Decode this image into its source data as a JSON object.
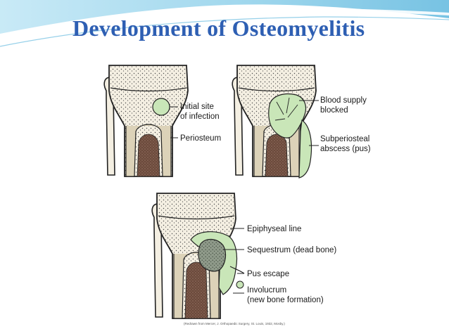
{
  "slide": {
    "title": "Development of Osteomyelitis"
  },
  "figure": {
    "panel_top_left": {
      "label_site_line1": "Initial site",
      "label_site_line2": "of infection",
      "label_periosteum": "Periosteum"
    },
    "panel_top_right": {
      "label_blood_line1": "Blood supply",
      "label_blood_line2": "blocked",
      "label_abscess_line1": "Subperiosteal",
      "label_abscess_line2": "abscess (pus)"
    },
    "panel_bottom": {
      "label_epiphyseal": "Epiphyseal line",
      "label_sequestrum": "Sequestrum (dead bone)",
      "label_pus": "Pus escape",
      "label_involucrum_line1": "Involucrum",
      "label_involucrum_line2": "(new bone formation)"
    },
    "credit": "(Redrawn from Mercer, J. Orthopaedic Surgery, St. Louis, 1932, Mosby.)"
  },
  "colors": {
    "title": "#2e5fb3",
    "bone": "#f4efe2",
    "cortex": "#dcd2b8",
    "infection": "#c9e6b8",
    "marrow": "#6b4a3c",
    "banner": "#8fd0ea"
  },
  "icons": [
    "tibia-diagram",
    "fibula-diagram"
  ]
}
